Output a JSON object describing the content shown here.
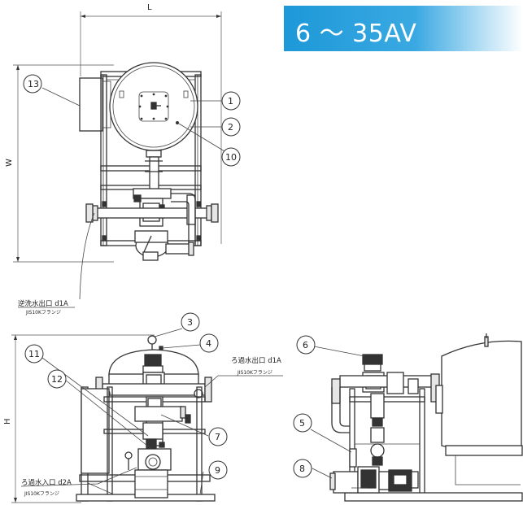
{
  "model_range": "6 ～ 35AV",
  "colors": {
    "banner": "#1d98d8",
    "line": "#333333"
  },
  "dimensions": {
    "length": "L",
    "width": "W",
    "height": "H"
  },
  "labels": {
    "backwash_outlet": "逆洗水出口 d1A",
    "backwash_outlet_flange": "JIS10Kフランジ",
    "filtered_outlet": "ろ過水出口 d1A",
    "filtered_outlet_flange": "JIS10Kフランジ",
    "filter_inlet": "ろ過水入口 d2A",
    "filter_inlet_flange": "JIS10Kフランジ"
  },
  "callouts": [
    "1",
    "2",
    "3",
    "4",
    "5",
    "6",
    "7",
    "8",
    "9",
    "10",
    "11",
    "12",
    "13"
  ]
}
